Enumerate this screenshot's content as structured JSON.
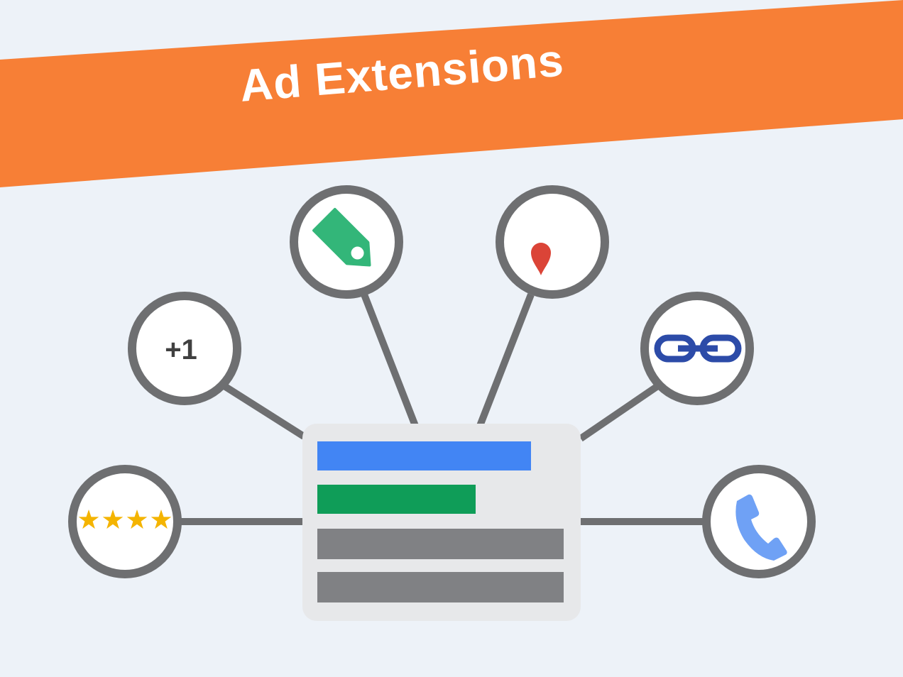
{
  "title": "Ad Extensions",
  "colors": {
    "banner": "#f77f36",
    "background": "#edf2f8",
    "outline": "#6e6f71",
    "ad_title_bar": "#4285f4",
    "ad_url_bar": "#0f9d58",
    "ad_text_bar": "#808184",
    "price_tag": "#33b679",
    "map_pin": "#db4437",
    "map_roads": "#f4b400",
    "link_chain": "#2c4ba8",
    "phone": "#6fa1f5",
    "stars": "#f4b400"
  },
  "nodes": [
    {
      "name": "plus-one",
      "text": "+1",
      "icon": "plus-one-icon"
    },
    {
      "name": "price-tag",
      "icon": "price-tag-icon"
    },
    {
      "name": "location-map",
      "icon": "map-pin-icon"
    },
    {
      "name": "sitelink",
      "icon": "link-chain-icon"
    },
    {
      "name": "seller-rating",
      "icon": "star-rating-icon",
      "stars": 4
    },
    {
      "name": "call",
      "icon": "phone-icon"
    }
  ],
  "ad_card": {
    "icon": "search-ad-card",
    "bars": [
      "title",
      "url",
      "description",
      "description"
    ]
  }
}
